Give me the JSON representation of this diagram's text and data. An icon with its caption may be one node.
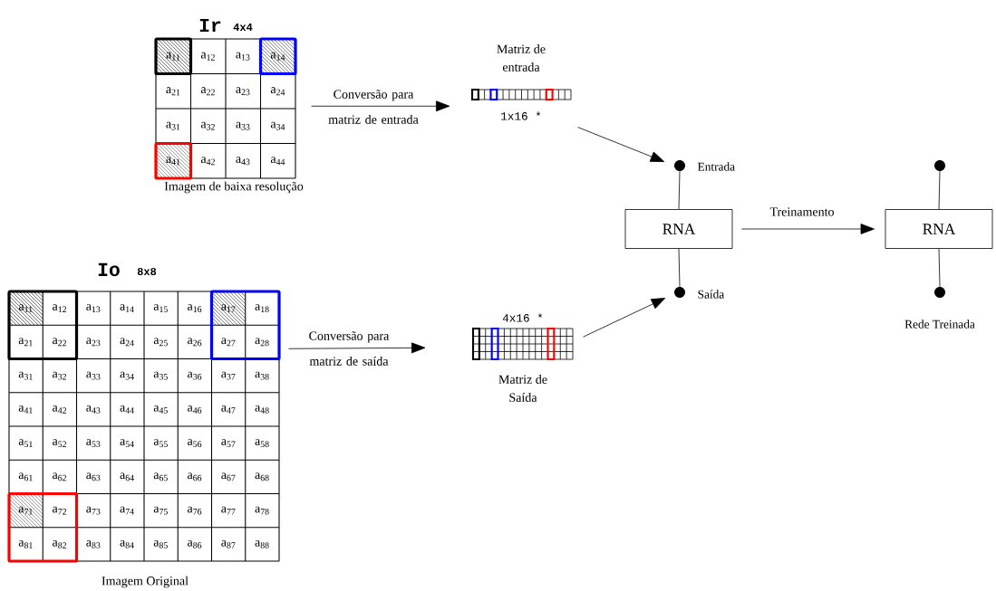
{
  "diagram": {
    "nodes": [
      {
        "text": [
          "Ir",
          "4x4"
        ],
        "beside": [
          "Imagem de baixa resolução"
        ]
      },
      {
        "text": [
          "Matriz de entrada",
          "1x16 *"
        ]
      },
      {
        "text": [
          "Io",
          "8x8"
        ],
        "beside": [
          "Imagem Original"
        ]
      },
      {
        "text": [
          "4x16 *",
          "Matriz de Saída"
        ]
      },
      {
        "text": [],
        "shape": "circle",
        "beside": [
          "Entrada"
        ]
      },
      {
        "text": [
          "RNA"
        ]
      },
      {
        "text": [],
        "shape": "circle",
        "beside": [
          "Saída"
        ]
      },
      {
        "text": [
          "RNA"
        ]
      },
      {
        "text": [],
        "shape": "circle"
      },
      {
        "text": [],
        "shape": "circle",
        "beside": [
          "Rede Treinada"
        ]
      }
    ],
    "edges": [
      {
        "from": 0,
        "to": 1,
        "arrow": "to",
        "label": "Conversão para matriz de entrada"
      },
      {
        "from": 1,
        "to": 4,
        "arrow": "to"
      },
      {
        "from": 2,
        "to": 3,
        "arrow": "to",
        "label": "Conversão para matriz de saída"
      },
      {
        "from": 3,
        "to": 6,
        "arrow": "to"
      },
      {
        "from": 4,
        "to": 5,
        "arrow": "none"
      },
      {
        "from": 5,
        "to": 6,
        "arrow": "none"
      },
      {
        "from": 5,
        "to": 7,
        "arrow": "to",
        "label": "Treinamento"
      },
      {
        "from": 8,
        "to": 7,
        "arrow": "none"
      },
      {
        "from": 7,
        "to": 9,
        "arrow": "none"
      }
    ],
    "labels": [
      "a$_{11}$",
      "a$_{12}$",
      "a$_{13}$",
      "a$_{14}$",
      "a$_{21}$",
      "a$_{22}$",
      "a$_{23}$",
      "a$_{24}$",
      "a$_{31}$",
      "a$_{32}$",
      "a$_{33}$",
      "a$_{34}$",
      "a$_{41}$",
      "a$_{42}$",
      "a$_{43}$",
      "a$_{44}$",
      "a$_{11}$",
      "a$_{12}$",
      "a$_{13}$",
      "a$_{14}$",
      "a$_{15}$",
      "a$_{16}$",
      "a$_{17}$",
      "a$_{18}$",
      "a$_{21}$",
      "a$_{22}$",
      "a$_{23}$",
      "a$_{24}$",
      "a$_{25}$",
      "a$_{26}$",
      "a$_{27}$",
      "a$_{28}$",
      "a$_{31}$",
      "a$_{32}$",
      "a$_{33}$",
      "a$_{34}$",
      "a$_{35}$",
      "a$_{36}$",
      "a$_{37}$",
      "a$_{38}$",
      "a$_{41}$",
      "a$_{42}$",
      "a$_{43}$",
      "a$_{44}$",
      "a$_{45}$",
      "a$_{46}$",
      "a$_{47}$",
      "a$_{48}$",
      "a$_{51}$",
      "a$_{52}$",
      "a$_{53}$",
      "a$_{54}$",
      "a$_{55}$",
      "a$_{56}$",
      "a$_{57}$",
      "a$_{58}$",
      "a$_{61}$",
      "a$_{62}$",
      "a$_{63}$",
      "a$_{64}$",
      "a$_{65}$",
      "a$_{66}$",
      "a$_{67}$",
      "a$_{68}$",
      "a$_{71}$",
      "a$_{72}$",
      "a$_{73}$",
      "a$_{74}$",
      "a$_{75}$",
      "a$_{76}$",
      "a$_{77}$",
      "a$_{78}$",
      "a$_{81}$",
      "a$_{82}$",
      "a$_{83}$",
      "a$_{84}$",
      "a$_{85}$",
      "a$_{86}$",
      "a$_{87}$",
      "a$_{88}$"
    ]
  }
}
